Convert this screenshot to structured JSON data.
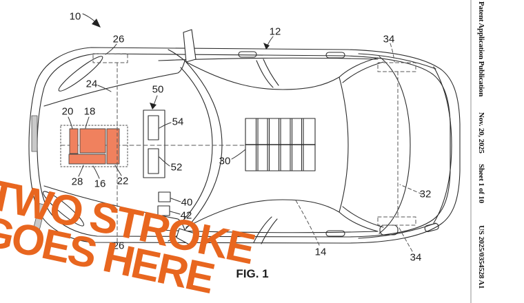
{
  "figure": {
    "caption": "FIG. 1"
  },
  "header_sidebar": {
    "publication": "Patent Application Publication",
    "date": "Nov. 20, 2025",
    "sheet": "Sheet 1 of 10",
    "doc_number": "US 2025/0354528 A1"
  },
  "stamp": {
    "line1": "TWO STROKE",
    "line2": "GOES HERE",
    "color": "#e8661f"
  },
  "highlight": {
    "fill": "#f0815e",
    "stroke": "#4a4a4a"
  },
  "callouts": {
    "n10": "10",
    "n12": "12",
    "n14": "14",
    "n16": "16",
    "n18": "18",
    "n20": "20",
    "n22": "22",
    "n24": "24",
    "n26_top": "26",
    "n26_bottom": "26",
    "n28": "28",
    "n30": "30",
    "n32": "32",
    "n34_top": "34",
    "n34_bottom": "34",
    "n40": "40",
    "n42": "42",
    "n50": "50",
    "n52": "52",
    "n54": "54"
  }
}
